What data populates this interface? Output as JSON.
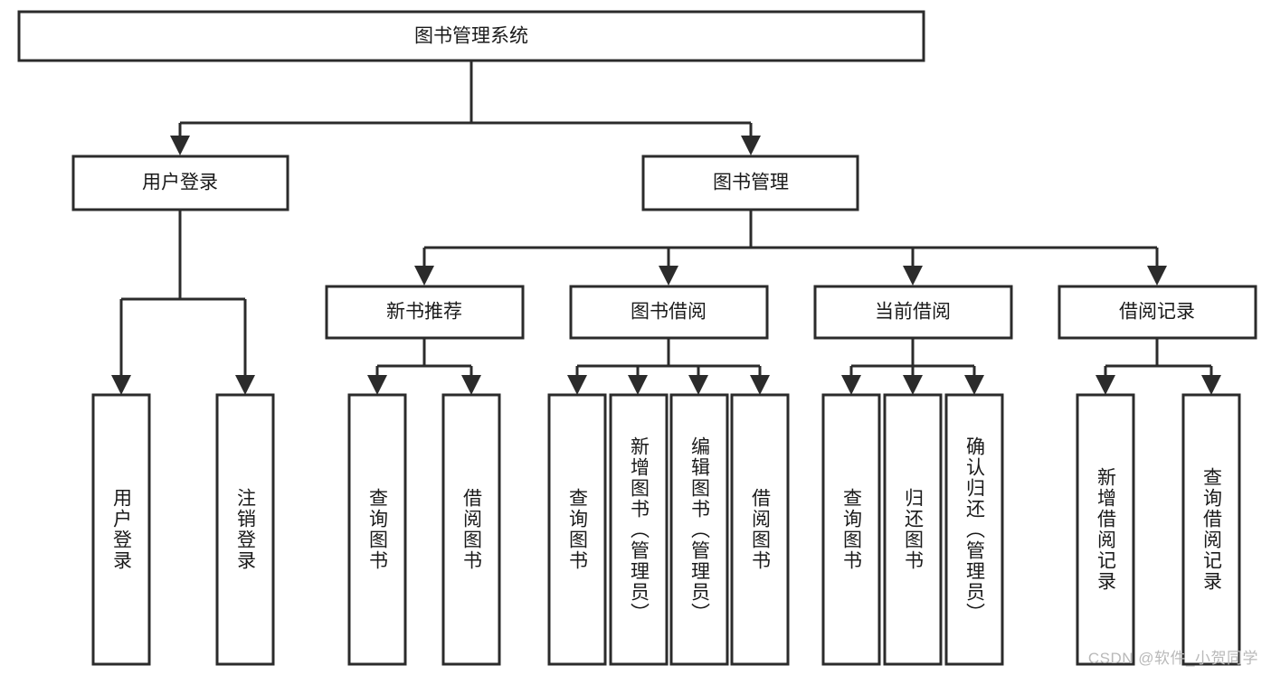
{
  "diagram": {
    "type": "tree",
    "title_node": {
      "label": "图书管理系统"
    },
    "level1": [
      {
        "label": "用户登录"
      },
      {
        "label": "图书管理"
      }
    ],
    "level2": [
      {
        "label": "新书推荐"
      },
      {
        "label": "图书借阅"
      },
      {
        "label": "当前借阅"
      },
      {
        "label": "借阅记录"
      }
    ],
    "leaves": {
      "user_login": [
        {
          "label": "用户登录"
        },
        {
          "label": "注销登录"
        }
      ],
      "new_book_recommend": [
        {
          "label": "查询图书"
        },
        {
          "label": "借阅图书"
        }
      ],
      "book_borrow": [
        {
          "label": "查询图书"
        },
        {
          "label": "新增图书（管理员）"
        },
        {
          "label": "编辑图书（管理员）"
        },
        {
          "label": "借阅图书"
        }
      ],
      "current_borrow": [
        {
          "label": "查询图书"
        },
        {
          "label": "归还图书"
        },
        {
          "label": "确认归还（管理员）"
        }
      ],
      "borrow_record": [
        {
          "label": "新增借阅记录"
        },
        {
          "label": "查询借阅记录"
        }
      ]
    }
  },
  "watermark": {
    "text": "CSDN @软件_小贺同学"
  },
  "colors": {
    "stroke": "#2b2b2b",
    "fill": "#ffffff",
    "text": "#1a1a1a",
    "watermark": "#b9b9b9"
  }
}
